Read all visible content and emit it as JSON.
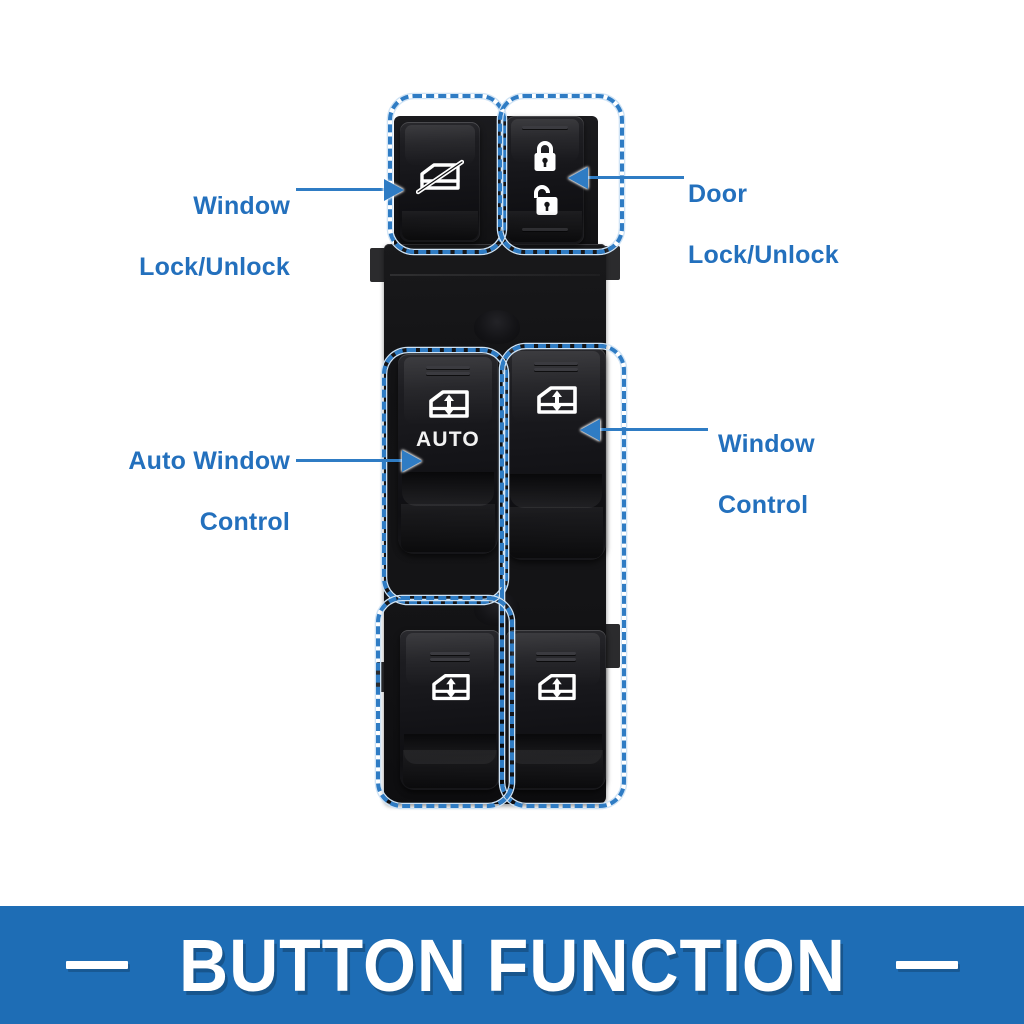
{
  "page": {
    "background_color": "#ffffff",
    "accent_blue": "#2370bd",
    "leader_blue": "#2f7cc4",
    "dash_outline_color": "#2f7cc4",
    "dash_outline_halo": "#cfe3f5"
  },
  "callouts": [
    {
      "id": "window-lock",
      "line1": "Window",
      "line2": "Lock/Unlock",
      "side": "left",
      "arrow_direction": "right"
    },
    {
      "id": "door-lock",
      "line1": "Door",
      "line2": "Lock/Unlock",
      "side": "right",
      "arrow_direction": "left"
    },
    {
      "id": "auto-window",
      "line1": "Auto Window",
      "line2": "Control",
      "side": "left",
      "arrow_direction": "right"
    },
    {
      "id": "window-control",
      "line1": "Window",
      "line2": "Control",
      "side": "right",
      "arrow_direction": "left"
    }
  ],
  "switch_panel": {
    "description": "Black automotive driver-side master power window switch panel",
    "buttons": [
      {
        "id": "window-lock-switch",
        "icon": "window-lock-icon",
        "label": "",
        "position": "top-left"
      },
      {
        "id": "door-lock-switch",
        "icon_top": "padlock-closed-icon",
        "icon_bottom": "padlock-open-icon",
        "label": "",
        "position": "top-right"
      },
      {
        "id": "driver-window-auto-switch",
        "icon": "window-updown-icon",
        "label": "AUTO",
        "position": "middle-left"
      },
      {
        "id": "passenger-window-switch",
        "icon": "window-updown-icon",
        "label": "",
        "position": "middle-right"
      },
      {
        "id": "rear-left-window-switch",
        "icon": "window-updown-icon",
        "label": "",
        "position": "bottom-left"
      },
      {
        "id": "rear-right-window-switch",
        "icon": "window-updown-icon",
        "label": "",
        "position": "bottom-right"
      }
    ]
  },
  "banner": {
    "title": "BUTTON FUNCTION",
    "background_color": "#1e6db5",
    "text_color": "#ffffff",
    "left_dash": "",
    "right_dash": ""
  }
}
